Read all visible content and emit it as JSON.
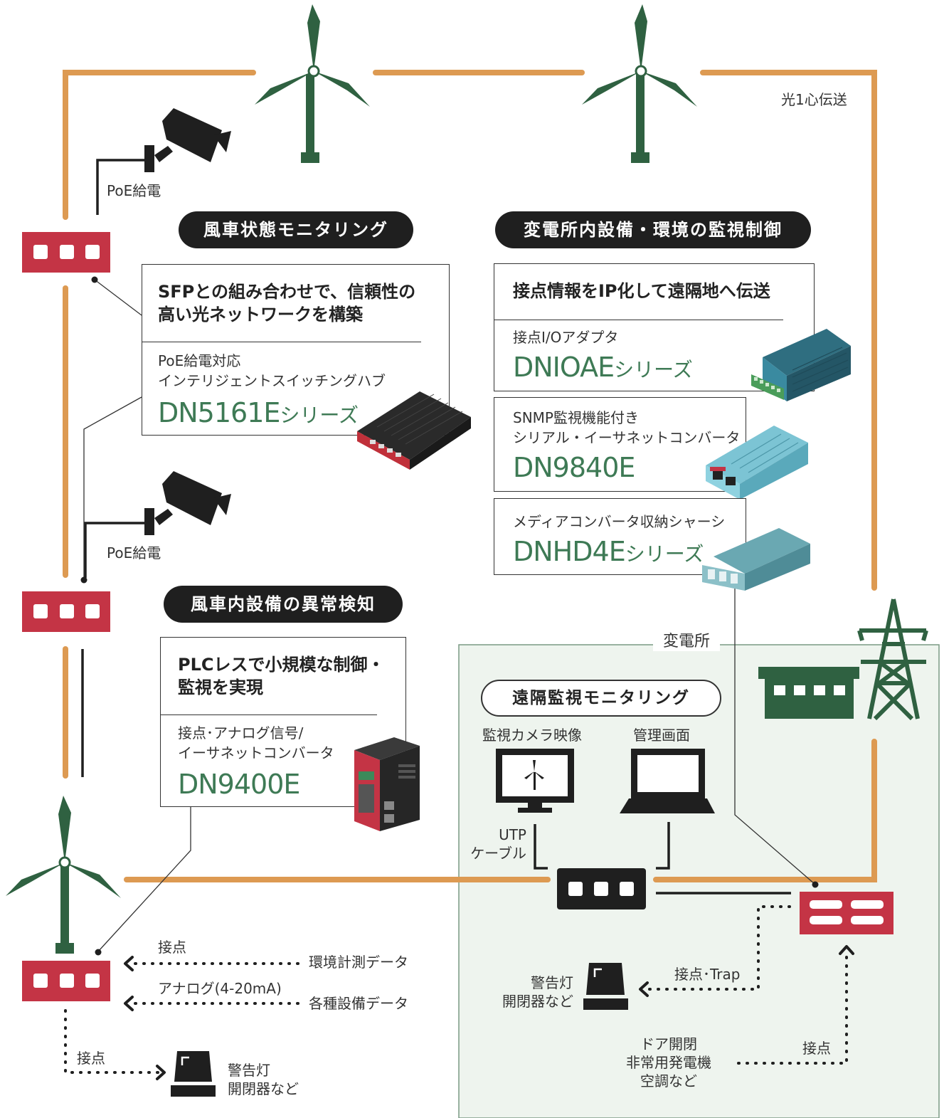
{
  "colors": {
    "fiber": "#dd9a52",
    "switch_red": "#c43445",
    "turbine_green": "#2f6141",
    "model_green": "#3e7a55",
    "substation_bg": "#eef4ee",
    "dark": "#1f1f1f"
  },
  "labels": {
    "fiber_single_core": "光1心伝送",
    "poe_1": "PoE給電",
    "poe_2": "PoE給電",
    "substation": "変電所",
    "utp_cable": "UTP\nケーブル",
    "camera_video": "監視カメラ映像",
    "admin_screen": "管理画面",
    "contact_top_left": "接点",
    "analog": "アナログ(4-20mA)",
    "env_data": "環境計測データ",
    "equipment_data": "各種設備データ",
    "contact_bottom_left": "接点",
    "warning_light_left": "警告灯\n開閉器など",
    "warning_light_right": "警告灯\n開閉器など",
    "contact_trap": "接点･Trap",
    "door_etc": "ドア開閉\n非常用発電機\n空調など",
    "contact_right": "接点"
  },
  "sections": {
    "turbine_monitoring": "風車状態モニタリング",
    "substation_control": "変電所内設備・環境の監視制御",
    "turbine_anomaly": "風車内設備の異常検知",
    "remote_monitoring": "遠隔監視モニタリング"
  },
  "products": {
    "dn5161e": {
      "headline": "SFPとの組み合わせで、信頼性の\n高い光ネットワークを構築",
      "desc": "PoE給電対応\nインテリジェントスイッチングハブ",
      "model": "DN5161E",
      "suffix": "シリーズ"
    },
    "dnioae": {
      "headline": "接点情報をIP化して遠隔地へ伝送",
      "desc": "接点I/Oアダプタ",
      "model": "DNIOAE",
      "suffix": "シリーズ"
    },
    "dn9840e": {
      "desc": "SNMP監視機能付き\nシリアル・イーサネットコンバータ",
      "model": "DN9840E"
    },
    "dnhd4e": {
      "desc": "メディアコンバータ収納シャーシ",
      "model": "DNHD4E",
      "suffix": "シリーズ"
    },
    "dn9400e": {
      "headline": "PLCレスで小規模な制御・\n監視を実現",
      "desc": "接点･アナログ信号/\nイーサネットコンバータ",
      "model": "DN9400E"
    }
  }
}
